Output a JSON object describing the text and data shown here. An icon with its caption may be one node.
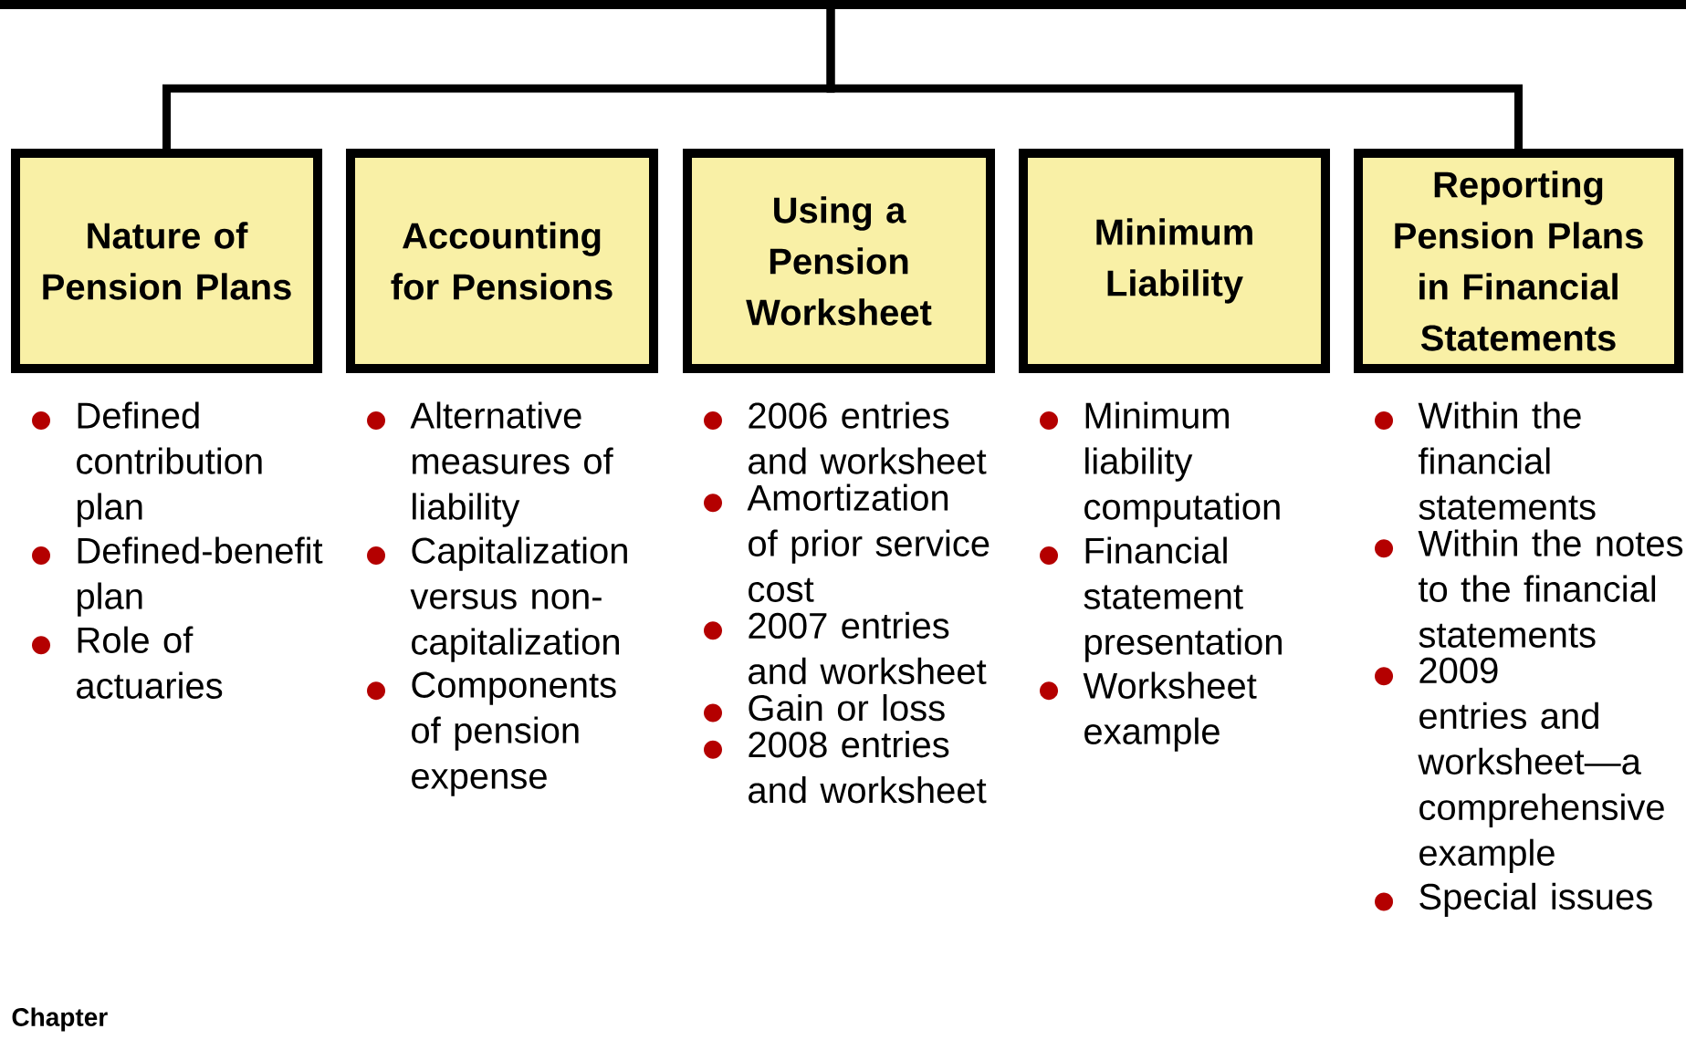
{
  "diagram": {
    "nodes": [
      {
        "text": [],
        "shape": "box"
      },
      {
        "text": [
          "Nature of Pension Plans"
        ],
        "beside": [
          "Defined contribution plan",
          "Defined-benefit plan",
          "Role of actuaries"
        ]
      },
      {
        "text": [
          "Accounting for Pensions"
        ],
        "beside": [
          "Alternative measures of liability",
          "Capitalization versus non-capitalization",
          "Components of pension expense"
        ]
      },
      {
        "text": [
          "Using a Pension Worksheet"
        ],
        "beside": [
          "2006 entries and worksheet",
          "Amortization of prior service cost",
          "2007 entries and worksheet",
          "Gain or loss",
          "2008 entries and worksheet"
        ]
      },
      {
        "text": [
          "Minimum Liability"
        ],
        "beside": [
          "Minimum liability computation",
          "Financial statement presentation",
          "Worksheet example"
        ]
      },
      {
        "text": [
          "Reporting Pension Plans in Financial Statements"
        ],
        "beside": [
          "Within the financial statements",
          "Within the notes to the financial statements",
          "2009 entries and worksheet—a comprehensive example",
          "Special issues"
        ]
      }
    ],
    "edges": [
      {
        "from": 0,
        "to": 1,
        "arrow": "none"
      },
      {
        "from": 0,
        "to": 5,
        "arrow": "none"
      }
    ],
    "labels": [
      "Chapter"
    ]
  }
}
